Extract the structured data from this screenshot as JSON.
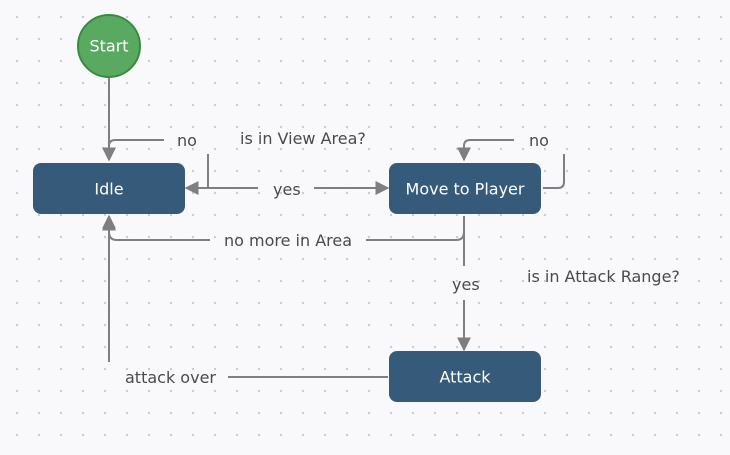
{
  "nodes": {
    "start": "Start",
    "idle": "Idle",
    "move_to_player": "Move to Player",
    "attack": "Attack"
  },
  "edge_labels": {
    "idle_no": "no",
    "is_in_view_area": "is in View Area?",
    "idle_to_move_yes": "yes",
    "move_no": "no",
    "no_more_in_area": "no more in Area",
    "move_to_attack_yes": "yes",
    "is_in_attack_range": "is in Attack Range?",
    "attack_over": "attack over"
  },
  "colors": {
    "state_fill": "#355a7a",
    "start_fill": "#59a960",
    "edge": "#7f7f7f",
    "background": "#f9f9fb"
  }
}
